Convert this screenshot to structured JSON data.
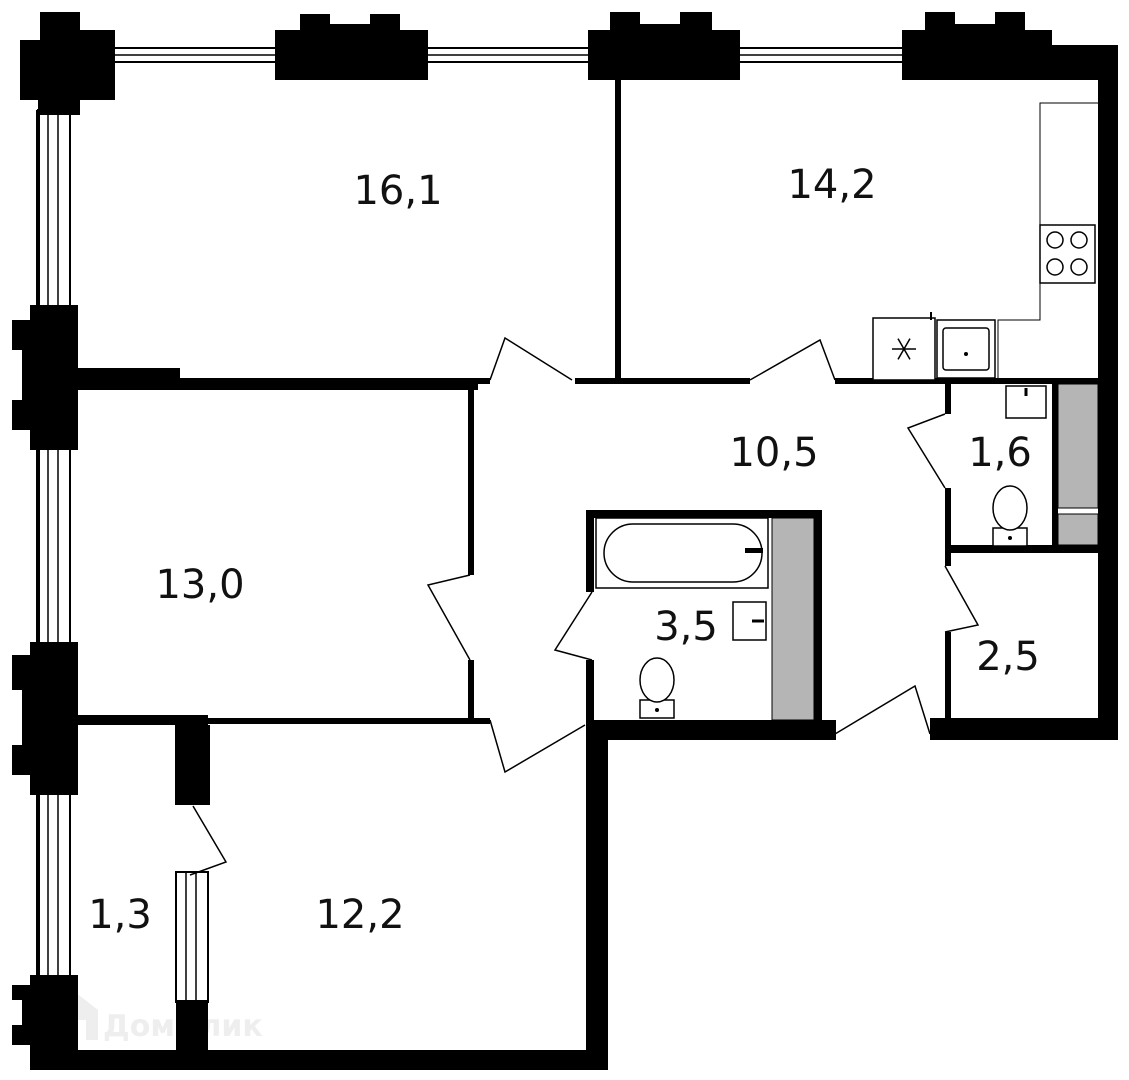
{
  "rooms": [
    {
      "id": "room-1",
      "area": "16,1"
    },
    {
      "id": "room-2",
      "area": "14,2"
    },
    {
      "id": "hall",
      "area": "10,5"
    },
    {
      "id": "wc",
      "area": "1,6"
    },
    {
      "id": "room-3",
      "area": "13,0"
    },
    {
      "id": "bathroom",
      "area": "3,5"
    },
    {
      "id": "storage",
      "area": "2,5"
    },
    {
      "id": "loggia",
      "area": "1,3"
    },
    {
      "id": "room-4",
      "area": "12,2"
    }
  ],
  "watermark": {
    "text": "ДомКлик",
    "icon": "house-logo-icon",
    "color": "#eeeeee"
  },
  "colors": {
    "wall": "#000000",
    "shaft": "#b5b5b5",
    "background": "#ffffff"
  }
}
